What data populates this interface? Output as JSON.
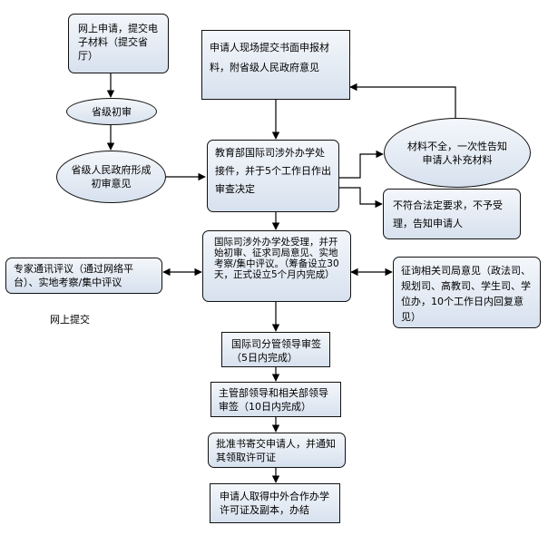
{
  "nodes": {
    "online_apply": "网上申请，提交电子材料（提交省厅）",
    "prov_review": "省级初审",
    "prov_opinion": "省级人民政府形成初审意见",
    "onsite_submit": "申请人现场提交书面申报材料，附省级人民政府意见",
    "incomplete": "材料不全，一次性告知申请人补充材料",
    "moe_accept": "教育部国际司涉外办学处接件，并于5个工作日作出审查决定",
    "reject": "不符合法定要求，不予受理，告知申请人",
    "intl_process": "国际司涉外办学处受理，并开始初审、征求司局意见、实地考察/集中评议。（筹备设立30天，正式设立5个月内完成）",
    "expert_review": "专家通讯评议（通过网络平台）、实地考察/集中评议",
    "solicit": "征询相关司局意见（政法司、规划司、高教司、学生司、学位办，10个工作日内回复意见）",
    "dept_leader": "国际司分管领导审签（5日内完成）",
    "ministry_leader": "主管部领导和相关部领导审签（10日内完成）",
    "approval_letter": "批准书寄交申请人，并通知其领取许可证",
    "obtain_license": "申请人取得中外合作办学许可证及副本，办结"
  },
  "label_online": "网上提交"
}
